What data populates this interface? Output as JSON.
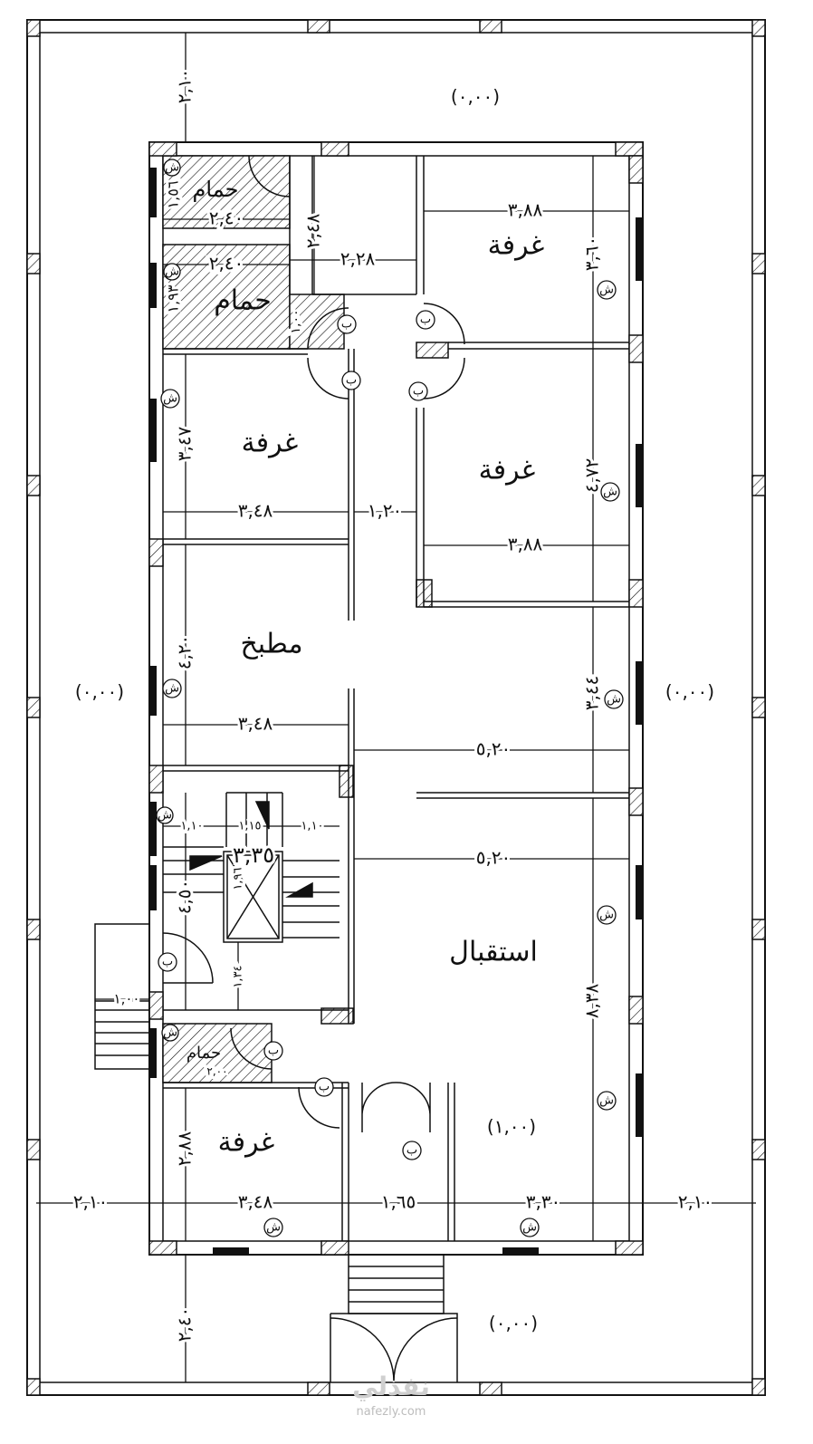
{
  "levels": {
    "top": "(٠,٠٠)",
    "left": "(٠,٠٠)",
    "right": "(٠,٠٠)",
    "bottom": "(٠,٠٠)",
    "hall": "(١,٠٠)"
  },
  "rooms": {
    "bath1": "حمام",
    "bath2": "حمام",
    "bath3": "حمام",
    "room_top_right": "غرفة",
    "room_left": "غرفة",
    "room_right": "غرفة",
    "kitchen": "مطبخ",
    "reception": "استقبال",
    "room_bottom_left": "غرفة"
  },
  "dims": {
    "top_setback": "٢,١٠",
    "bath1_h": "١,٥٦",
    "bath1_w": "٢,٤٠",
    "hall_top_h": "٢,٤٨",
    "rtr_w": "٣,٨٨",
    "rtr_h": "٣,٦٠",
    "bath2_w": "٢,٤٠",
    "hall_top_w": "٢,٢٨",
    "bath2_h": "١,٩٣",
    "bath2_door": "١,٠٠",
    "rl_h": "٣,٤٧",
    "rl_w": "٣,٤٨",
    "corridor_w": "١,٢٠",
    "rr_h": "٤,٧٢",
    "rr_w": "٣,٨٨",
    "kitchen_h": "٤,٢٠",
    "kitchen_w": "٣,٤٨",
    "hall_w1": "٥,٢٠",
    "right_h": "٣,٤٤",
    "stair_a": "١,١٠",
    "stair_b": "١,١٥",
    "stair_c": "١,١٠",
    "stair_total": "٣,٣٥",
    "hall_w2": "٥,٢٠",
    "stair_h": "٤,٥٠",
    "stair_well": "١,٩٦",
    "stair_landing": "١,٣٤",
    "side_stair": "١,٠٠",
    "reception_h": "٨,٣٨",
    "bath3_w": "٢,٠٠",
    "rbl_h": "٢,٨٨",
    "rbl_w": "٣,٤٨",
    "entry_w": "١,٦٥",
    "front_w": "٣,٣٠",
    "left_setback": "٢,١٠",
    "right_setback": "٢,١٠",
    "front_setback": "٢,٤٠"
  },
  "marks": {
    "door": "ب",
    "window": "ش"
  },
  "watermark": {
    "logo": "نفذلي",
    "url": "nafezly.com"
  }
}
